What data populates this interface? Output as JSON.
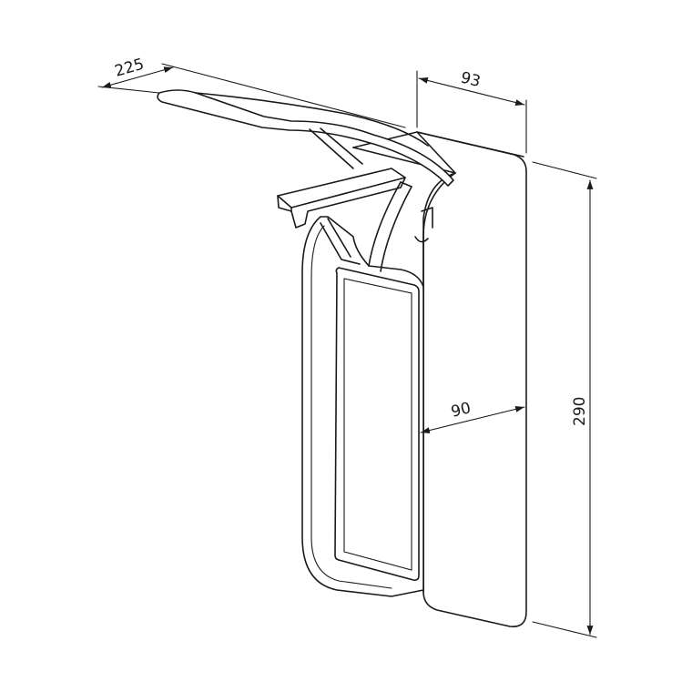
{
  "dimensions": {
    "lever_length": "225",
    "depth": "93",
    "height": "290",
    "width": "90"
  }
}
